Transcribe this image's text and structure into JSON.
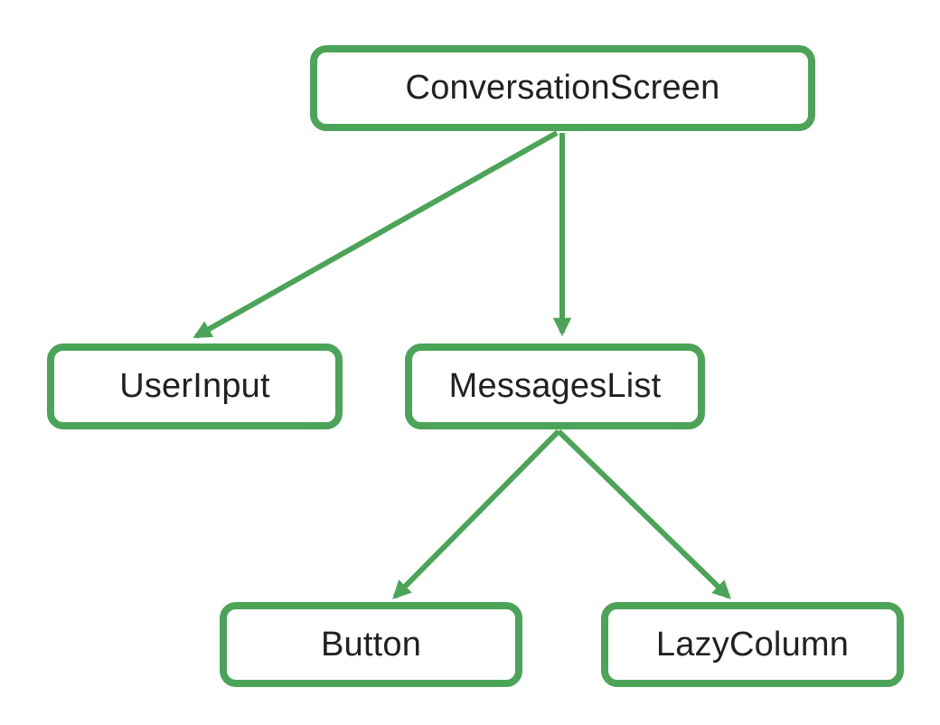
{
  "diagram": {
    "type": "component-tree",
    "accent_color": "#4ba457",
    "text_color": "#202124",
    "background_color": "#ffffff",
    "nodes": {
      "conversation_screen": {
        "label": "ConversationScreen"
      },
      "user_input": {
        "label": "UserInput"
      },
      "messages_list": {
        "label": "MessagesList"
      },
      "button": {
        "label": "Button"
      },
      "lazy_column": {
        "label": "LazyColumn"
      }
    },
    "edges": [
      {
        "from": "ConversationScreen",
        "to": "UserInput"
      },
      {
        "from": "ConversationScreen",
        "to": "MessagesList"
      },
      {
        "from": "MessagesList",
        "to": "Button"
      },
      {
        "from": "MessagesList",
        "to": "LazyColumn"
      }
    ]
  }
}
